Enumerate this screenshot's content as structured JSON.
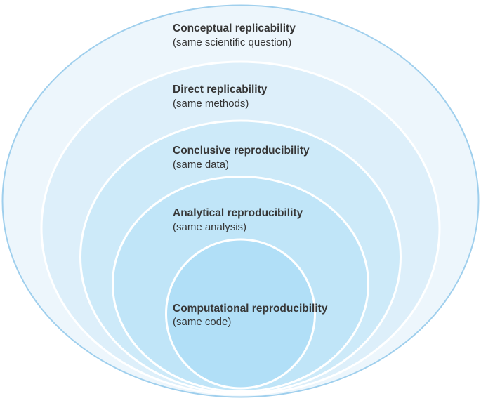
{
  "diagram": {
    "background": "#ffffff",
    "text_color": "#363636",
    "rings": [
      {
        "label": "Conceptual replicability",
        "sublabel": "(same scientific question)",
        "fill": "#edf6fc",
        "stroke": "#9fcfed"
      },
      {
        "label": "Direct replicability",
        "sublabel": "(same methods)",
        "fill": "#ddeffa",
        "stroke": "#ffffff"
      },
      {
        "label": "Conclusive reproducibility",
        "sublabel": "(same data)",
        "fill": "#cdeaf9",
        "stroke": "#ffffff"
      },
      {
        "label": "Analytical reproducibility",
        "sublabel": "(same analysis)",
        "fill": "#c0e5f8",
        "stroke": "#ffffff"
      },
      {
        "label": "Computational reproducibility",
        "sublabel": "(same code)",
        "fill": "#b1dff7",
        "stroke": "#ffffff"
      }
    ]
  }
}
